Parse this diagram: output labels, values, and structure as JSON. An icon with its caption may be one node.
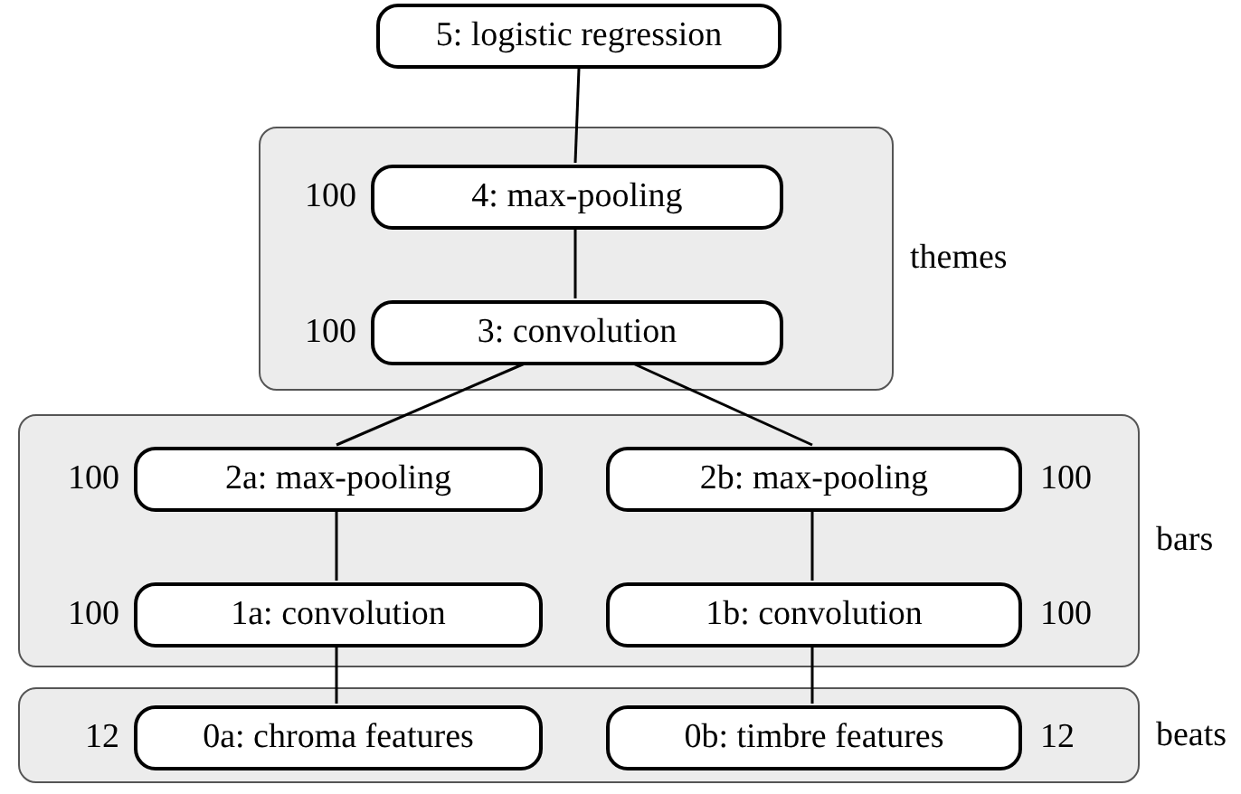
{
  "diagram": {
    "nodes": [
      {
        "text": [
          "5: logistic regression"
        ]
      },
      {
        "text": [
          "themes"
        ]
      },
      {
        "text": [
          "4: max-pooling"
        ],
        "in": 1,
        "beside": [
          "100"
        ]
      },
      {
        "text": [
          "3: convolution"
        ],
        "in": 1,
        "beside": [
          "100"
        ]
      },
      {
        "text": [
          "bars"
        ]
      },
      {
        "text": [
          "2a: max-pooling"
        ],
        "in": 4,
        "beside": [
          "100"
        ]
      },
      {
        "text": [
          "2b: max-pooling"
        ],
        "in": 4,
        "beside": [
          "100"
        ]
      },
      {
        "text": [
          "1a: convolution"
        ],
        "in": 4,
        "beside": [
          "100"
        ]
      },
      {
        "text": [
          "1b: convolution"
        ],
        "in": 4,
        "beside": [
          "100"
        ]
      },
      {
        "text": [
          "beats"
        ]
      },
      {
        "text": [
          "0a: chroma features"
        ],
        "in": 9,
        "beside": [
          "12"
        ]
      },
      {
        "text": [
          "0b: timbre features"
        ],
        "in": 9,
        "beside": [
          "12"
        ]
      }
    ],
    "edges": [
      {
        "from": 0,
        "to": 2,
        "arrow": "none"
      },
      {
        "from": 2,
        "to": 3,
        "arrow": "none"
      },
      {
        "from": 3,
        "to": 5,
        "arrow": "none"
      },
      {
        "from": 3,
        "to": 6,
        "arrow": "none"
      },
      {
        "from": 5,
        "to": 7,
        "arrow": "none"
      },
      {
        "from": 6,
        "to": 8,
        "arrow": "none"
      },
      {
        "from": 7,
        "to": 10,
        "arrow": "none"
      },
      {
        "from": 8,
        "to": 11,
        "arrow": "none"
      }
    ]
  }
}
